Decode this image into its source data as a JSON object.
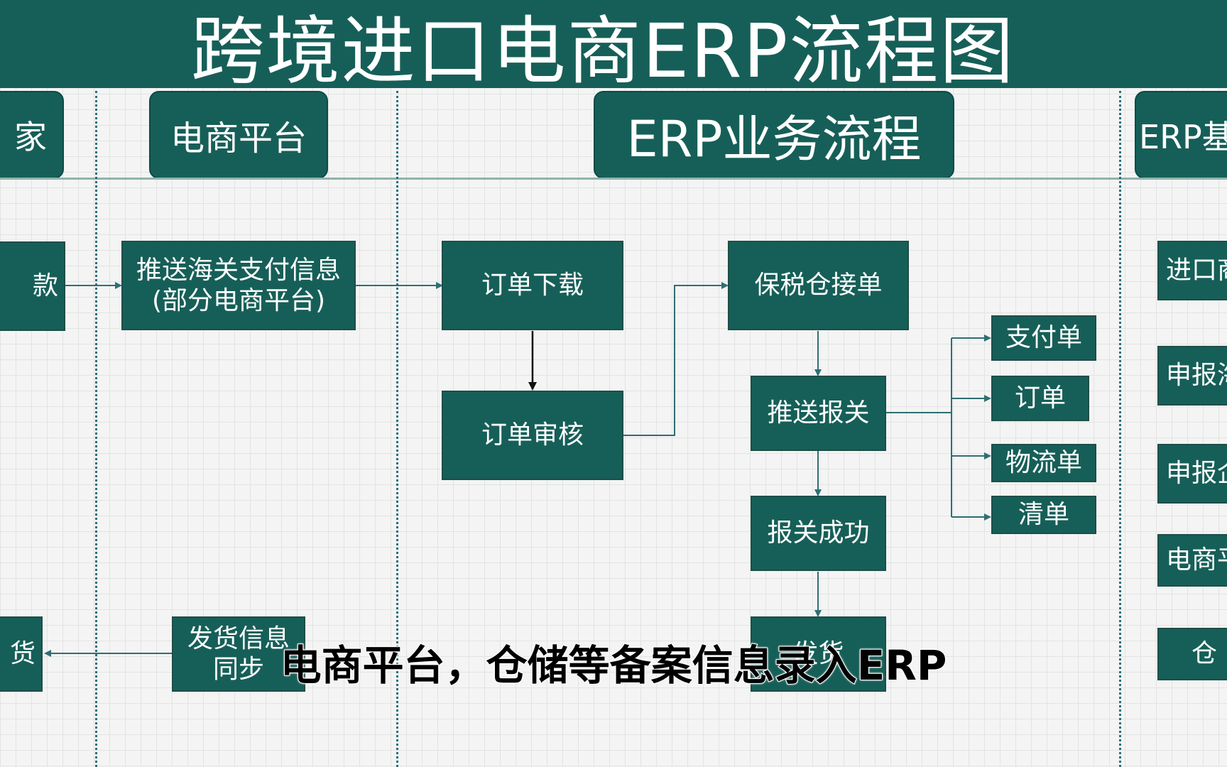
{
  "title": "跨境进口电商ERP流程图",
  "lanes": {
    "merchant_partial": "家",
    "platform": "电商平台",
    "erp_flow": "ERP业务流程",
    "erp_base_partial": "ERP基"
  },
  "nodes": {
    "pay_partial": "款",
    "push_customs_pay_line1": "推送海关支付信息",
    "push_customs_pay_line2": "(部分电商平台)",
    "order_download": "订单下载",
    "order_review": "订单审核",
    "bonded_receive": "保税仓接单",
    "push_declare": "推送报关",
    "declare_success": "报关成功",
    "ship": "发货",
    "payment_doc": "支付单",
    "order_doc": "订单",
    "logistics_doc": "物流单",
    "manifest_doc": "清单",
    "ship_info_line1": "发货信息",
    "ship_info_line2": "同步",
    "receive_partial": "货"
  },
  "erp_base_items": [
    "进口商",
    "申报海",
    "申报企",
    "电商平",
    "仓"
  ],
  "caption": "电商平台，仓储等备案信息录入ERP",
  "colors": {
    "node_fill": "#165f58",
    "arrow": "#2f6e74",
    "background": "#f3f4f3"
  }
}
